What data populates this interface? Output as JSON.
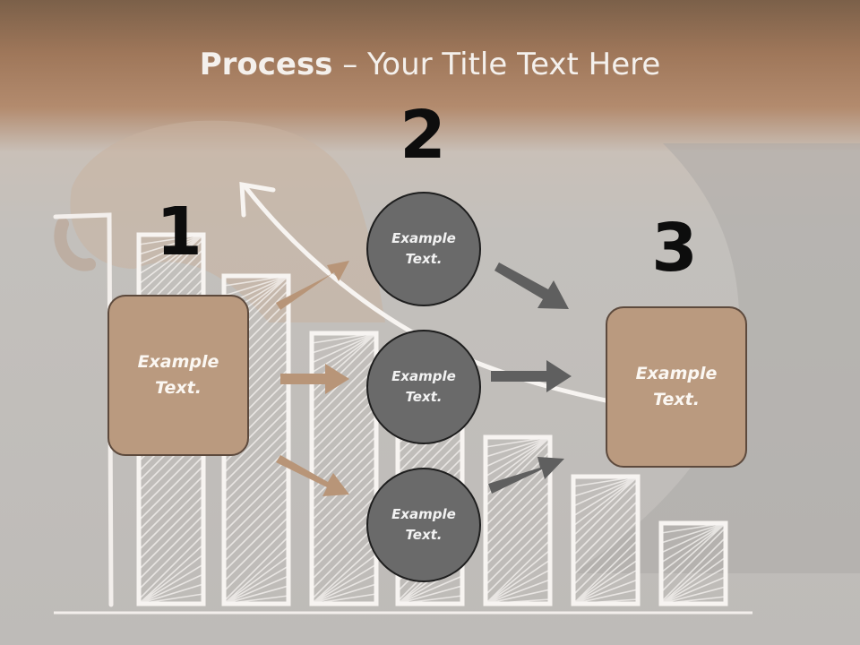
{
  "title": {
    "bold": "Process",
    "rest": " – Your Title Text Here"
  },
  "numbers": [
    "1",
    "2",
    "3"
  ],
  "left_box": {
    "text": "Example\nText."
  },
  "right_box": {
    "text": "Example\nText."
  },
  "circles": [
    {
      "text": "Example\nText."
    },
    {
      "text": "Example\nText."
    },
    {
      "text": "Example\nText."
    }
  ],
  "colors": {
    "box_fill": "#ba9a7f",
    "circle_fill": "#6a6a6a",
    "left_arrows": "#b89578",
    "right_arrows": "#5f5f5f",
    "title_band": "#a57c5e"
  }
}
